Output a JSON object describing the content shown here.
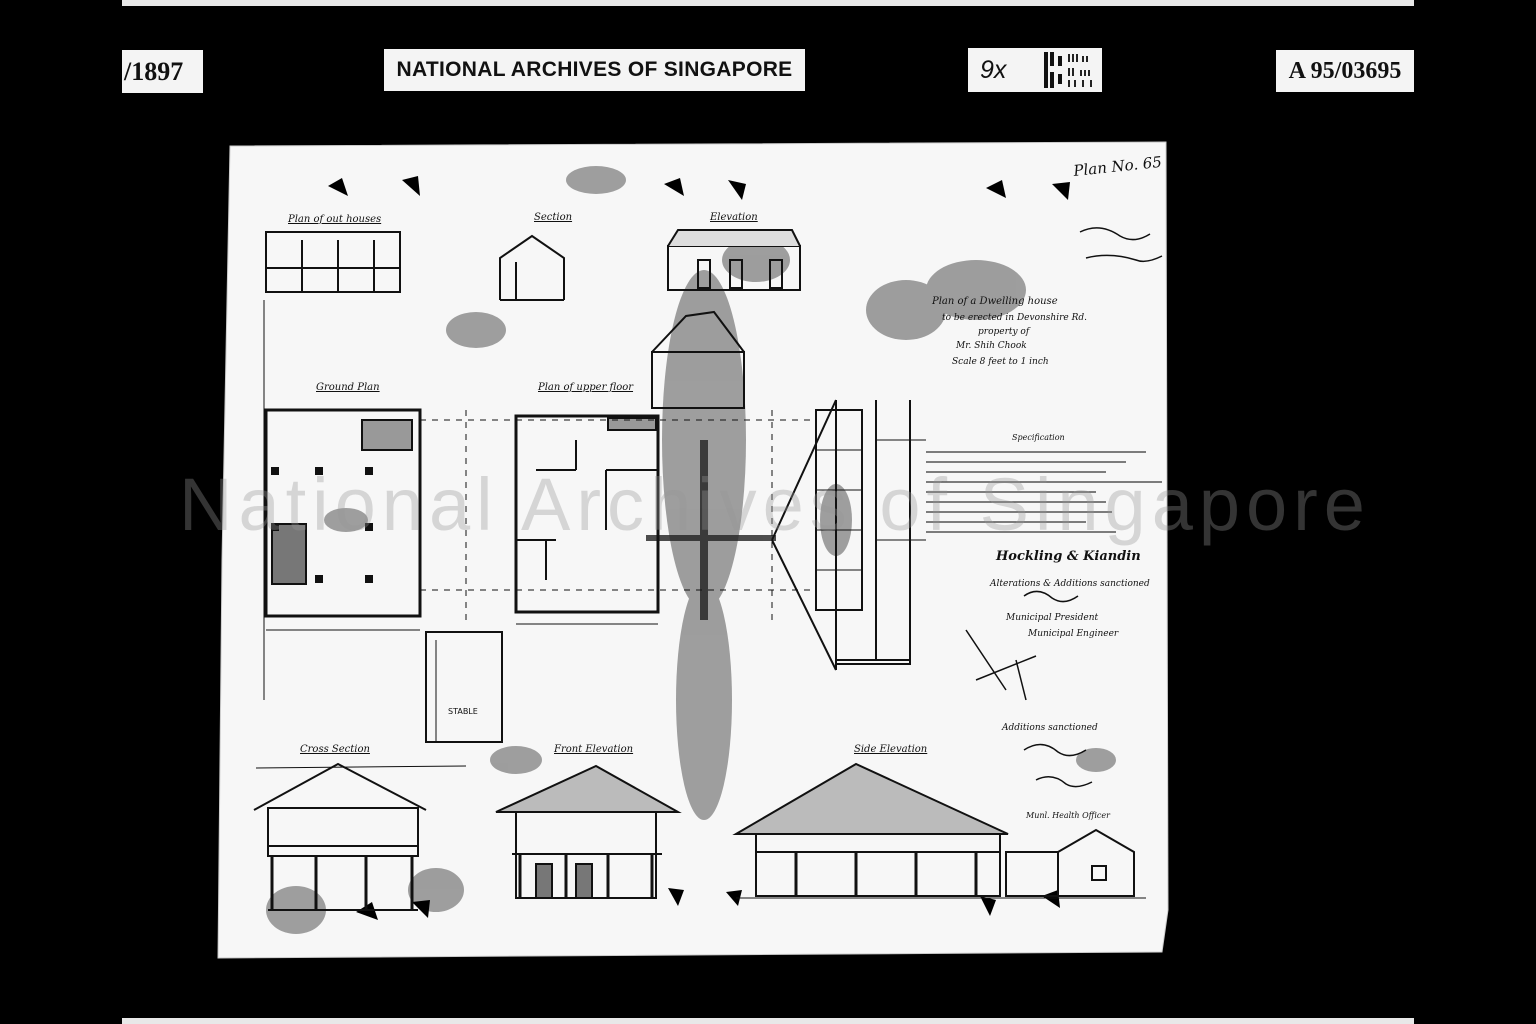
{
  "header": {
    "year_label": "/1897",
    "archive_name": "NATIONAL ARCHIVES OF SINGAPORE",
    "reduction_ratio": "9x",
    "reference_number": "A 95/03695"
  },
  "watermark": "National Archives of Singapore",
  "drawing": {
    "plan_number": "Plan No. 65",
    "views": {
      "plan_out_houses": "Plan of out houses",
      "section": "Section",
      "elevation": "Elevation",
      "ground_plan": "Ground Plan",
      "plan_upper_floor": "Plan of upper floor",
      "cross_section": "Cross Section",
      "front_elevation": "Front Elevation",
      "side_elevation": "Side Elevation",
      "stable": "STABLE"
    },
    "title_block": {
      "line1": "Plan of a Dwelling house",
      "line2": "to be erected in Devonshire Rd.",
      "line3": "property of",
      "line4": "Mr. Shih Chook",
      "scale": "Scale 8 feet to 1 inch"
    },
    "specification": {
      "heading": "Specification"
    },
    "approvals": {
      "firm": "Hockling & Kiandin",
      "alterations": "Alterations & Additions sanctioned",
      "municipal_president": "Municipal President",
      "municipal_engineer": "Municipal Engineer",
      "additions": "Additions sanctioned",
      "health_officer": "Munl. Health Officer"
    }
  }
}
